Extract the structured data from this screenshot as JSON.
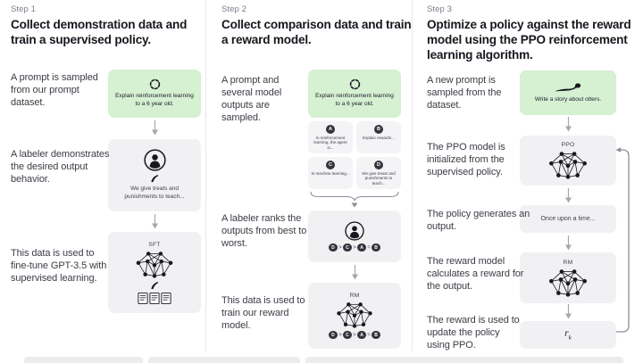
{
  "colors": {
    "prompt_box_green": "#d6f0d2",
    "panel_gray": "#f1f1f4",
    "ink": "#17171f",
    "letter_circle": "#34343e",
    "arrow_gray": "#a6a6b0"
  },
  "steps": {
    "step1": {
      "label": "Step 1",
      "heading": "Collect demonstration data and train a supervised policy.",
      "texts": {
        "sample": "A prompt is sampled from our prompt dataset.",
        "demonstrate": "A labeler demonstrates the desired output behavior.",
        "finetune": "This data is used to fine-tune GPT-3.5 with supervised learning."
      },
      "prompt": "Explain reinforcement learning to a 6 year old.",
      "demonstration": "We give treats and punishments to teach...",
      "model_label": "SFT"
    },
    "step2": {
      "label": "Step 2",
      "heading": "Collect comparison data and train a reward model.",
      "texts": {
        "sample": "A prompt and several model outputs are sampled.",
        "rank": "A labeler ranks the outputs from best to worst.",
        "train": "This data is used to train our reward model."
      },
      "prompt": "Explain reinforcement learning to a 6 year old.",
      "outputs": [
        {
          "letter": "A",
          "text": "In reinforcement learning, the agent is..."
        },
        {
          "letter": "B",
          "text": "Explain rewards..."
        },
        {
          "letter": "C",
          "text": "In machine learning..."
        },
        {
          "letter": "D",
          "text": "We give treats and punishments to teach..."
        }
      ],
      "ranking_tokens": [
        "D",
        ">",
        "C",
        ">",
        "A",
        "=",
        "B"
      ],
      "model_label": "RM"
    },
    "step3": {
      "label": "Step 3",
      "heading": "Optimize a policy against the reward model using the PPO reinforcement learning algorithm.",
      "texts": {
        "sample": "A new prompt is sampled from the dataset.",
        "init": "The PPO model is initialized from the supervised policy.",
        "generate": "The policy generates an output.",
        "calculate": "The reward model calculates a reward for the output.",
        "update": "The reward is used to update the policy using PPO."
      },
      "prompt": "Write a story about otters.",
      "ppo_label": "PPO",
      "output_text": "Once upon a time...",
      "rm_label": "RM",
      "reward_symbol": "r",
      "reward_subscript": "k"
    }
  },
  "icons": {
    "cycle": "cycle-icon",
    "labeler": "person-icon",
    "pen": "pen-icon",
    "documents": "documents-icon",
    "network": "neural-network-icon",
    "otter": "otter-icon"
  }
}
